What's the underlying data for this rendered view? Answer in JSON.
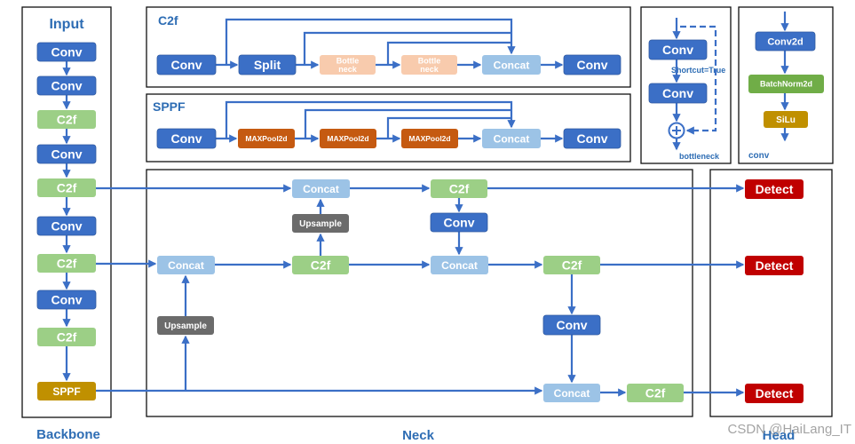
{
  "colors": {
    "conv": "#3b6fc6",
    "c2f": "#9ccf86",
    "sppf": "#c09000",
    "concat": "#9cc3e6",
    "upsample": "#6b6b6b",
    "detect": "#c00000",
    "bottleneck": "#f8cbad",
    "maxpool": "#c55a11",
    "batchnorm": "#70ad47",
    "arrow": "#3b6fc6",
    "title": "#2e6db4"
  },
  "sections": {
    "input": "Input",
    "backbone": "Backbone",
    "neck": "Neck",
    "head": "Head",
    "c2f": "C2f",
    "sppf": "SPPF",
    "bottleneck": "bottleneck",
    "conv": "conv"
  },
  "annotations": {
    "shortcut": "Shortcut=True"
  },
  "watermark": "CSDN @HaiLang_IT",
  "nodes": [
    {
      "id": "b-conv1",
      "label": "Conv",
      "type": "conv"
    },
    {
      "id": "b-conv2",
      "label": "Conv",
      "type": "conv"
    },
    {
      "id": "b-c2f1",
      "label": "C2f",
      "type": "c2f"
    },
    {
      "id": "b-conv3",
      "label": "Conv",
      "type": "conv"
    },
    {
      "id": "b-c2f2",
      "label": "C2f",
      "type": "c2f"
    },
    {
      "id": "b-conv4",
      "label": "Conv",
      "type": "conv"
    },
    {
      "id": "b-c2f3",
      "label": "C2f",
      "type": "c2f"
    },
    {
      "id": "b-conv5",
      "label": "Conv",
      "type": "conv"
    },
    {
      "id": "b-c2f4",
      "label": "C2f",
      "type": "c2f"
    },
    {
      "id": "b-sppf",
      "label": "SPPF",
      "type": "sppf"
    },
    {
      "id": "c2f-conv-in",
      "label": "Conv",
      "type": "conv"
    },
    {
      "id": "c2f-split",
      "label": "Split",
      "type": "conv"
    },
    {
      "id": "c2f-bottle1",
      "label": "Bottle\nneck",
      "type": "bottleneck"
    },
    {
      "id": "c2f-bottle2",
      "label": "Bottle\nneck",
      "type": "bottleneck"
    },
    {
      "id": "c2f-concat",
      "label": "Concat",
      "type": "concat"
    },
    {
      "id": "c2f-conv-out",
      "label": "Conv",
      "type": "conv"
    },
    {
      "id": "sppf-conv-in",
      "label": "Conv",
      "type": "conv"
    },
    {
      "id": "sppf-pool1",
      "label": "MAXPool2d",
      "type": "maxpool"
    },
    {
      "id": "sppf-pool2",
      "label": "MAXPool2d",
      "type": "maxpool"
    },
    {
      "id": "sppf-pool3",
      "label": "MAXPool2d",
      "type": "maxpool"
    },
    {
      "id": "sppf-concat",
      "label": "Concat",
      "type": "concat"
    },
    {
      "id": "sppf-conv-out",
      "label": "Conv",
      "type": "conv"
    },
    {
      "id": "bn-conv1",
      "label": "Conv",
      "type": "conv"
    },
    {
      "id": "bn-conv2",
      "label": "Conv",
      "type": "conv"
    },
    {
      "id": "cv-conv2d",
      "label": "Conv2d",
      "type": "conv"
    },
    {
      "id": "cv-bn",
      "label": "BatchNorm2d",
      "type": "batchnorm"
    },
    {
      "id": "cv-silu",
      "label": "SiLu",
      "type": "sppf"
    },
    {
      "id": "n-concat-a",
      "label": "Concat",
      "type": "concat"
    },
    {
      "id": "n-upsample-a",
      "label": "Upsample",
      "type": "upsample"
    },
    {
      "id": "n-upsample-b",
      "label": "Upsample",
      "type": "upsample"
    },
    {
      "id": "n-concat-b",
      "label": "Concat",
      "type": "concat"
    },
    {
      "id": "n-c2f-a",
      "label": "C2f",
      "type": "c2f"
    },
    {
      "id": "n-c2f-b",
      "label": "C2f",
      "type": "c2f"
    },
    {
      "id": "n-conv-a",
      "label": "Conv",
      "type": "conv"
    },
    {
      "id": "n-concat-c",
      "label": "Concat",
      "type": "concat"
    },
    {
      "id": "n-c2f-c",
      "label": "C2f",
      "type": "c2f"
    },
    {
      "id": "n-conv-b",
      "label": "Conv",
      "type": "conv"
    },
    {
      "id": "n-concat-d",
      "label": "Concat",
      "type": "concat"
    },
    {
      "id": "n-c2f-d",
      "label": "C2f",
      "type": "c2f"
    },
    {
      "id": "h-detect1",
      "label": "Detect",
      "type": "detect"
    },
    {
      "id": "h-detect2",
      "label": "Detect",
      "type": "detect"
    },
    {
      "id": "h-detect3",
      "label": "Detect",
      "type": "detect"
    }
  ]
}
